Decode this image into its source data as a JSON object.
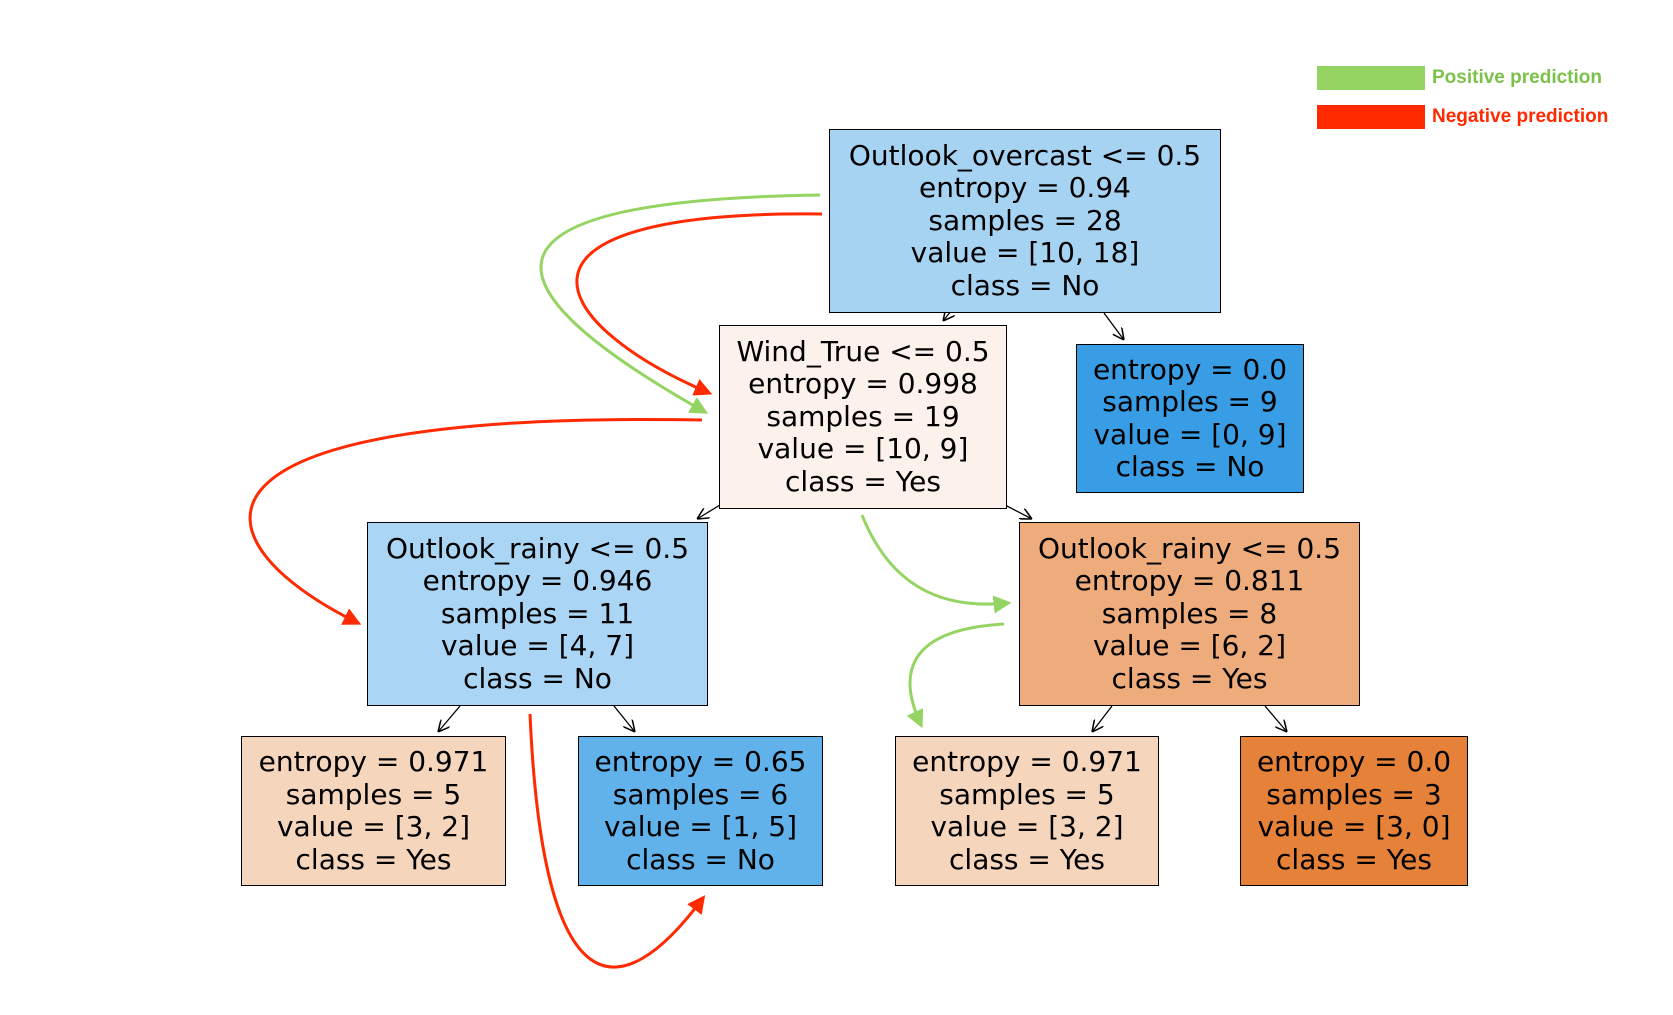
{
  "diagram": {
    "type": "decision-tree",
    "legend": [
      {
        "id": "positive",
        "label": "Positive prediction",
        "color": "#95d462",
        "text_color": "#7cc14a"
      },
      {
        "id": "negative",
        "label": "Negative prediction",
        "color": "#ff2a00",
        "text_color": "#ff2a00"
      }
    ],
    "nodes": [
      {
        "id": "root",
        "split": "Outlook_overcast <= 0.5",
        "entropy": "entropy = 0.94",
        "samples": "samples = 28",
        "value": "value = [10, 18]",
        "class": "class = No",
        "fill": "#a7d3f3"
      },
      {
        "id": "wind",
        "split": "Wind_True <= 0.5",
        "entropy": "entropy = 0.998",
        "samples": "samples = 19",
        "value": "value = [10, 9]",
        "class": "class = Yes",
        "fill": "#fcf1eb"
      },
      {
        "id": "leaf_overcast",
        "split": null,
        "entropy": "entropy = 0.0",
        "samples": "samples = 9",
        "value": "value = [0, 9]",
        "class": "class = No",
        "fill": "#399de5"
      },
      {
        "id": "rainy_left",
        "split": "Outlook_rainy <= 0.5",
        "entropy": "entropy = 0.946",
        "samples": "samples = 11",
        "value": "value = [4, 7]",
        "class": "class = No",
        "fill": "#aad5f4"
      },
      {
        "id": "rainy_right",
        "split": "Outlook_rainy <= 0.5",
        "entropy": "entropy = 0.811",
        "samples": "samples = 8",
        "value": "value = [6, 2]",
        "class": "class = Yes",
        "fill": "#eeab7b"
      },
      {
        "id": "leaf_ll",
        "split": null,
        "entropy": "entropy = 0.971",
        "samples": "samples = 5",
        "value": "value = [3, 2]",
        "class": "class = Yes",
        "fill": "#f6d5bd"
      },
      {
        "id": "leaf_lr",
        "split": null,
        "entropy": "entropy = 0.65",
        "samples": "samples = 6",
        "value": "value = [1, 5]",
        "class": "class = No",
        "fill": "#61b1ea"
      },
      {
        "id": "leaf_rl",
        "split": null,
        "entropy": "entropy = 0.971",
        "samples": "samples = 5",
        "value": "value = [3, 2]",
        "class": "class = Yes",
        "fill": "#f6d5bd"
      },
      {
        "id": "leaf_rr",
        "split": null,
        "entropy": "entropy = 0.0",
        "samples": "samples = 3",
        "value": "value = [3, 0]",
        "class": "class = Yes",
        "fill": "#e58139"
      }
    ],
    "edges": [
      {
        "from": "root",
        "to": "wind"
      },
      {
        "from": "root",
        "to": "leaf_overcast"
      },
      {
        "from": "wind",
        "to": "rainy_left"
      },
      {
        "from": "wind",
        "to": "rainy_right"
      },
      {
        "from": "rainy_left",
        "to": "leaf_ll"
      },
      {
        "from": "rainy_left",
        "to": "leaf_lr"
      },
      {
        "from": "rainy_right",
        "to": "leaf_rl"
      },
      {
        "from": "rainy_right",
        "to": "leaf_rr"
      }
    ],
    "prediction_paths": [
      {
        "id": "positive-root-to-wind",
        "kind": "positive",
        "from": "root",
        "to": "wind"
      },
      {
        "id": "negative-root-to-wind",
        "kind": "negative",
        "from": "root",
        "to": "wind"
      },
      {
        "id": "negative-wind-to-rainy-left",
        "kind": "negative",
        "from": "wind",
        "to": "rainy_left"
      },
      {
        "id": "negative-rainy-left-to-leaf-lr",
        "kind": "negative",
        "from": "rainy_left",
        "to": "leaf_lr"
      },
      {
        "id": "positive-wind-to-rainy-right",
        "kind": "positive",
        "from": "wind",
        "to": "rainy_right"
      },
      {
        "id": "positive-rainy-right-to-leaf-rl",
        "kind": "positive",
        "from": "rainy_right",
        "to": "leaf_rl"
      }
    ]
  }
}
